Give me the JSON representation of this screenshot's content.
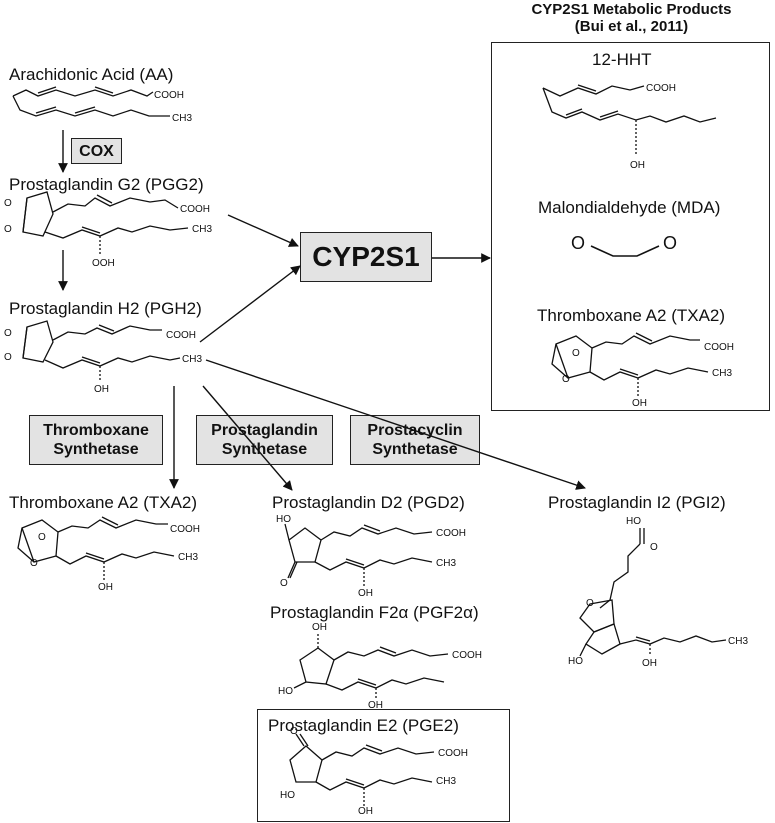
{
  "header": {
    "title_line1": "CYP2S1 Metabolic Products",
    "title_line2": "(Bui et al., 2011)"
  },
  "products": {
    "hht": "12-HHT",
    "mda": "Malondialdehyde (MDA)",
    "txa2": "Thromboxane A2 (TXA2)"
  },
  "left": {
    "aa": "Arachidonic Acid (AA)",
    "pgg2": "Prostaglandin G2 (PGG2)",
    "pgh2": "Prostaglandin H2 (PGH2)",
    "txa2": "Thromboxane A2 (TXA2)"
  },
  "bottom": {
    "pgd2": "Prostaglandin D2 (PGD2)",
    "pgf2a": "Prostaglandin F2α (PGF2α)",
    "pge2": "Prostaglandin E2 (PGE2)",
    "pgi2": "Prostaglandin I2 (PGI2)"
  },
  "enzymes": {
    "cox": "COX",
    "cyp2s1": "CYP2S1",
    "thromboxane_l1": "Thromboxane",
    "thromboxane_l2": "Synthetase",
    "prostaglandin_l1": "Prostaglandin",
    "prostaglandin_l2": "Synthetase",
    "prostacyclin_l1": "Prostacyclin",
    "prostacyclin_l2": "Synthetase"
  },
  "groups": {
    "cooh": "COOH",
    "ch3": "CH3",
    "ooh": "OOH",
    "oh": "OH",
    "ho": "HO",
    "o": "O"
  },
  "colors": {
    "enzyme_fill": "#e3e3e3",
    "line": "#111111"
  }
}
